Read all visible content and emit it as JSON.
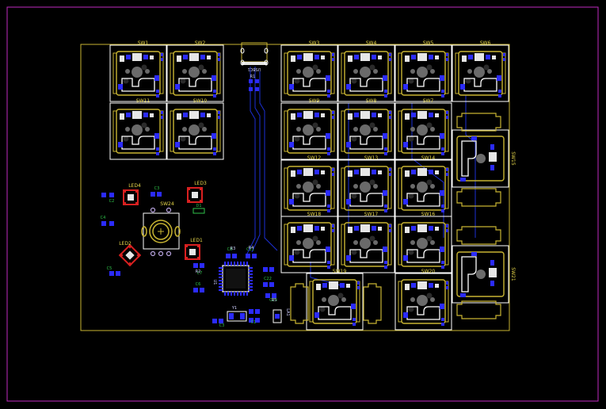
{
  "colors": {
    "frame": "#c02ac0",
    "outline": "#c8b432",
    "silk": "#e8d84a",
    "silk_white": "#ffffff",
    "pad_blue": "#2b2bff",
    "pad_white": "#e6e6e6",
    "pad_gray": "#6a6a6a",
    "trace": "#1c2fd6",
    "led_red": "#d92020",
    "label_green": "#2fc24a",
    "dot_purple": "#b9a4e0"
  },
  "switches": [
    {
      "ref": "SW1"
    },
    {
      "ref": "SW2"
    },
    {
      "ref": "SW3"
    },
    {
      "ref": "SW4"
    },
    {
      "ref": "SW5"
    },
    {
      "ref": "SW6"
    },
    {
      "ref": "SW11"
    },
    {
      "ref": "SW10"
    },
    {
      "ref": "SW9"
    },
    {
      "ref": "SW8"
    },
    {
      "ref": "SW7"
    },
    {
      "ref": "SW12"
    },
    {
      "ref": "SW13"
    },
    {
      "ref": "SW14"
    },
    {
      "ref": "SW18"
    },
    {
      "ref": "SW17"
    },
    {
      "ref": "SW16"
    },
    {
      "ref": "SW19"
    },
    {
      "ref": "SW20"
    },
    {
      "ref": "SW15"
    },
    {
      "ref": "SW21"
    }
  ],
  "components": {
    "usb": "USBC1",
    "r_labels": [
      "R1",
      "R2",
      "R3",
      "R4",
      "R5"
    ],
    "leds": [
      "LED1",
      "LED2",
      "LED3",
      "LED4"
    ],
    "encoder": "SW24",
    "caps": [
      "C1",
      "C2",
      "C3",
      "C4",
      "C5",
      "C6",
      "C7",
      "C8",
      "C21",
      "C22",
      "C23"
    ],
    "misc": [
      "U1",
      "D1",
      "LA1",
      "Y1"
    ]
  }
}
